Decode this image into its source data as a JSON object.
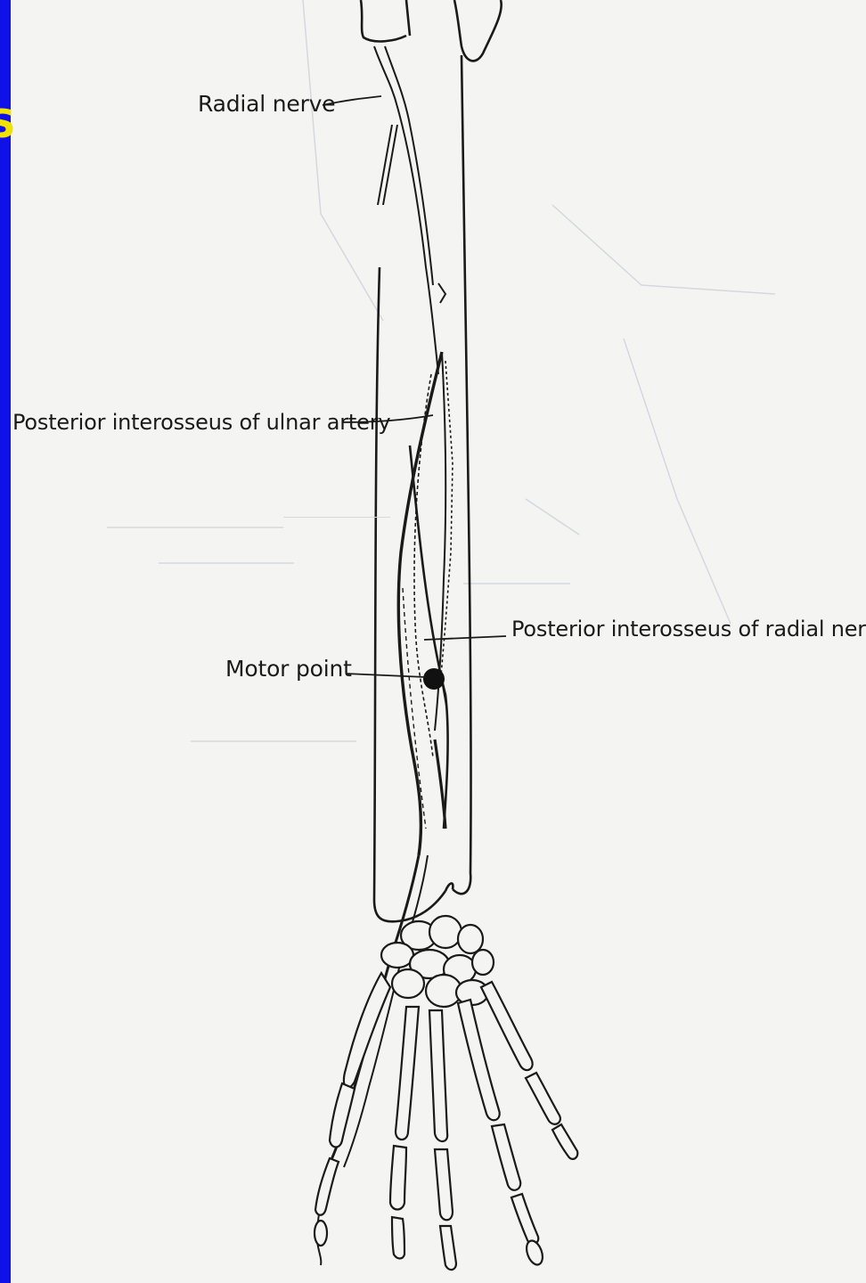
{
  "labels": {
    "radial_nerve": "Radial nerve",
    "posterior_interosseus_ulnar_artery": "Posterior interosseus of ulnar artery",
    "posterior_interosseus_radial_nerve": "Posterior interosseus of radial nerve",
    "motor_point": "Motor point"
  },
  "colors": {
    "background": "#f4f5f2",
    "side_bar": "#1010e8",
    "side_bar_text": "#f2e200",
    "ink": "#1a1a1a",
    "bleed_through": "#c8ccd2"
  }
}
